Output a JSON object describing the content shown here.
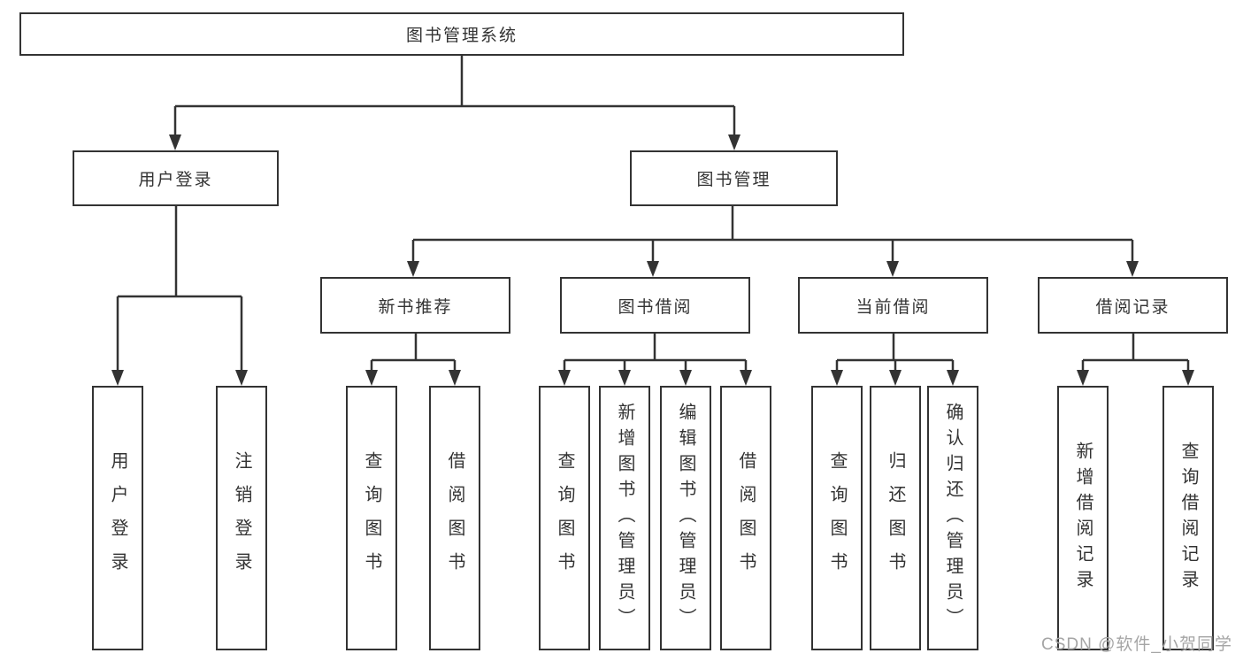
{
  "nodes": {
    "root": {
      "label": "图书管理系统"
    },
    "user_login": {
      "label": "用户登录"
    },
    "book_management": {
      "label": "图书管理"
    },
    "new_book_recommend": {
      "label": "新书推荐"
    },
    "book_borrow": {
      "label": "图书借阅"
    },
    "current_borrow": {
      "label": "当前借阅"
    },
    "borrow_record": {
      "label": "借阅记录"
    },
    "leaves": {
      "user_login": [
        "用户登录",
        "注销登录"
      ],
      "new_book_recommend": [
        "查询图书",
        "借阅图书"
      ],
      "book_borrow": [
        "查询图书",
        "新增图书（管理员）",
        "编辑图书（管理员）",
        "借阅图书"
      ],
      "current_borrow": [
        "查询图书",
        "归还图书",
        "确认归还（管理员）"
      ],
      "borrow_record": [
        "新增借阅记录",
        "查询借阅记录"
      ]
    }
  },
  "watermark": "CSDN @软件_小贺同学",
  "colors": {
    "line": "#333333",
    "box_border": "#333333",
    "text": "#333333",
    "watermark": "#a5a5a5",
    "background": "#ffffff"
  }
}
